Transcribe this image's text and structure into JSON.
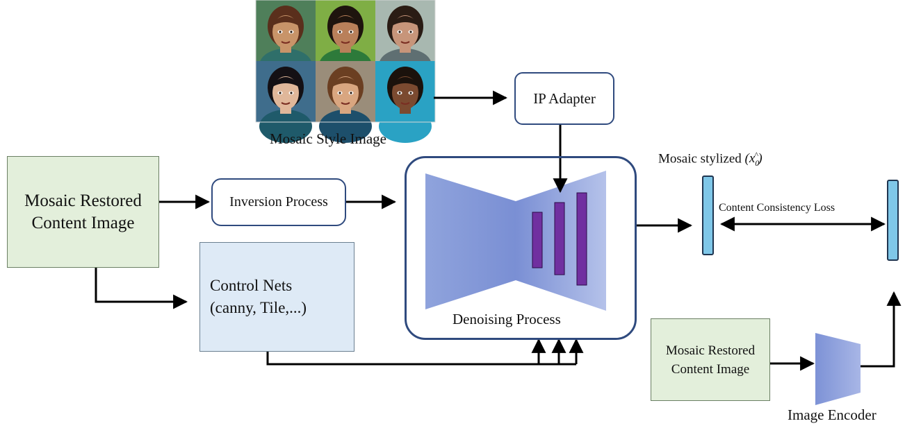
{
  "style_image": {
    "caption": "Mosaic Style Image",
    "tiles": [
      {
        "bg": "#4f7f5a",
        "skin": "#c89469",
        "hair": "#5a2f1c",
        "shirt": "#2f6f6a"
      },
      {
        "bg": "#7fae45",
        "skin": "#b9805a",
        "hair": "#1e140e",
        "shirt": "#2d7a3a"
      },
      {
        "bg": "#a8b8b0",
        "skin": "#c7957a",
        "hair": "#2a1c14",
        "shirt": "#5f6f72"
      },
      {
        "bg": "#3f6d8c",
        "skin": "#e0b79a",
        "hair": "#141014",
        "shirt": "#1f5a6a"
      },
      {
        "bg": "#9a8d7a",
        "skin": "#d9a680",
        "hair": "#6b3f22",
        "shirt": "#1d4f6b"
      },
      {
        "bg": "#2aa2c4",
        "skin": "#7b4a30",
        "hair": "#1b120c",
        "shirt": "#2aa2c4"
      }
    ]
  },
  "ip_adapter": {
    "label": "IP Adapter"
  },
  "content_image": {
    "line1": "Mosaic Restored",
    "line2": "Content Image"
  },
  "inversion": {
    "label": "Inversion Process"
  },
  "control_nets": {
    "line1": "Control Nets",
    "line2": "(canny, Tile,...)"
  },
  "denoising": {
    "label": "Denoising Process"
  },
  "stylized": {
    "label": "Mosaic stylized"
  },
  "loss": {
    "label": "Content Consistency Loss"
  },
  "encoder_input": {
    "line1": "Mosaic Restored",
    "line2": "Content Image"
  },
  "encoder": {
    "label": "Image Encoder"
  },
  "colors": {
    "arrow": "#000000",
    "unet": "#7b91d6",
    "bars": "#7030a0",
    "vector": "#7fc7e8"
  }
}
